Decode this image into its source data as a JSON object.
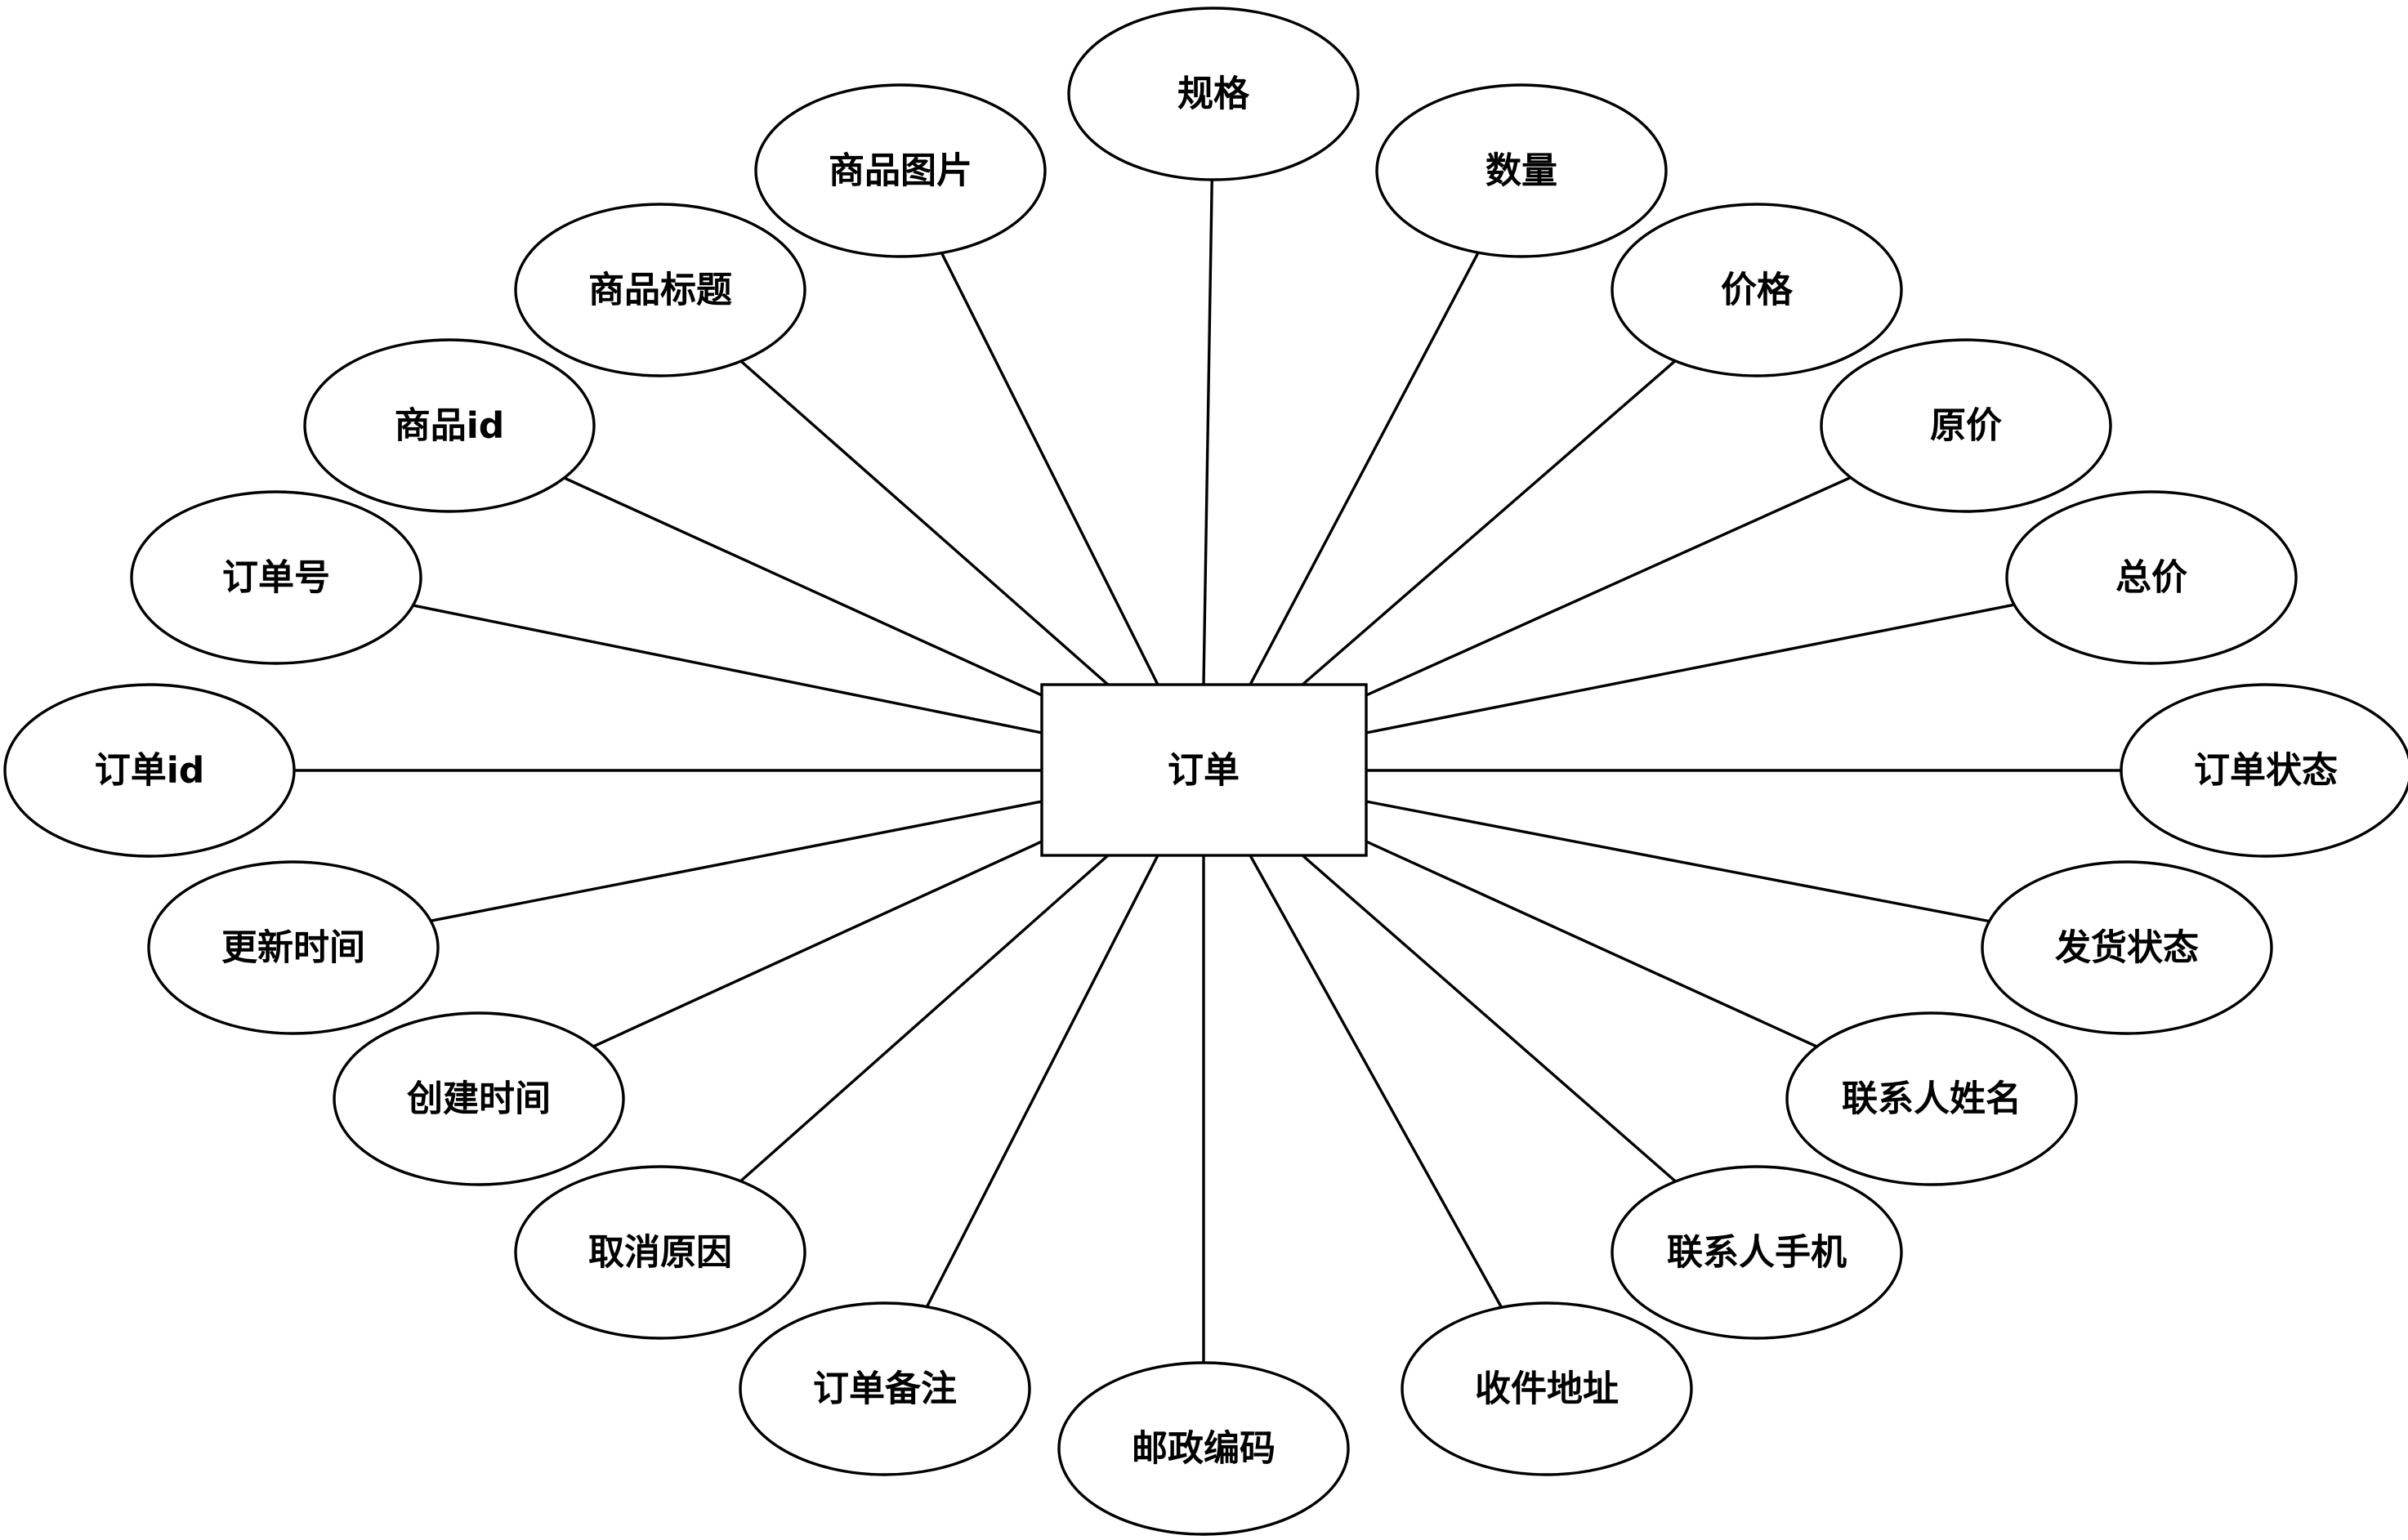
{
  "entity": {
    "label": "订单"
  },
  "attributes": [
    {
      "id": "spec",
      "label": "规格"
    },
    {
      "id": "product-image",
      "label": "商品图片"
    },
    {
      "id": "quantity",
      "label": "数量"
    },
    {
      "id": "product-title",
      "label": "商品标题"
    },
    {
      "id": "price",
      "label": "价格"
    },
    {
      "id": "product-id",
      "label": "商品id"
    },
    {
      "id": "original-price",
      "label": "原价"
    },
    {
      "id": "order-no",
      "label": "订单号"
    },
    {
      "id": "total-price",
      "label": "总价"
    },
    {
      "id": "order-id",
      "label": "订单id"
    },
    {
      "id": "order-status",
      "label": "订单状态"
    },
    {
      "id": "update-time",
      "label": "更新时间"
    },
    {
      "id": "shipping-status",
      "label": "发货状态"
    },
    {
      "id": "create-time",
      "label": "创建时间"
    },
    {
      "id": "contact-name",
      "label": "联系人姓名"
    },
    {
      "id": "cancel-reason",
      "label": "取消原因"
    },
    {
      "id": "contact-phone",
      "label": "联系人手机"
    },
    {
      "id": "order-remark",
      "label": "订单备注"
    },
    {
      "id": "shipping-address",
      "label": "收件地址"
    },
    {
      "id": "postal-code",
      "label": "邮政编码"
    }
  ]
}
